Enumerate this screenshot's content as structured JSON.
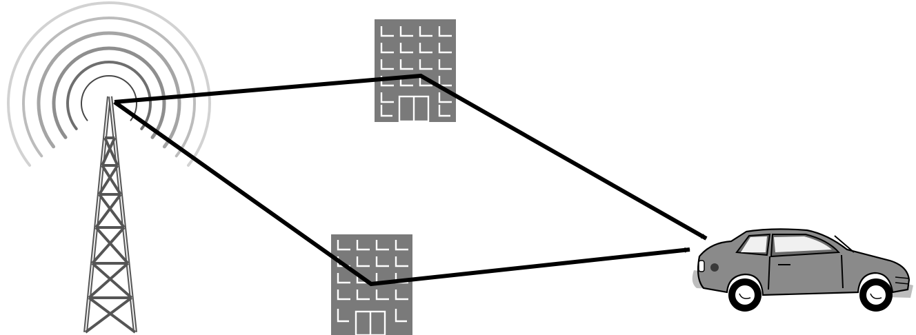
{
  "diagram": {
    "type": "multipath-propagation",
    "nodes": [
      {
        "id": "tower",
        "icon": "radio-tower-icon"
      },
      {
        "id": "building-top",
        "icon": "building-icon"
      },
      {
        "id": "building-bottom",
        "icon": "building-icon"
      },
      {
        "id": "car",
        "icon": "car-icon"
      }
    ],
    "paths": [
      {
        "from": "tower",
        "via": "building-top",
        "to": "car"
      },
      {
        "from": "tower",
        "via": "building-bottom",
        "to": "car"
      }
    ],
    "colors": {
      "line": "#000000",
      "building": "#7a7a7a",
      "car_body": "#888888",
      "wave_shades": [
        "#d2d2d2",
        "#bcbcbc",
        "#a5a5a5",
        "#8e8e8e",
        "#6e6e6e",
        "#474747",
        "#000000"
      ]
    }
  }
}
